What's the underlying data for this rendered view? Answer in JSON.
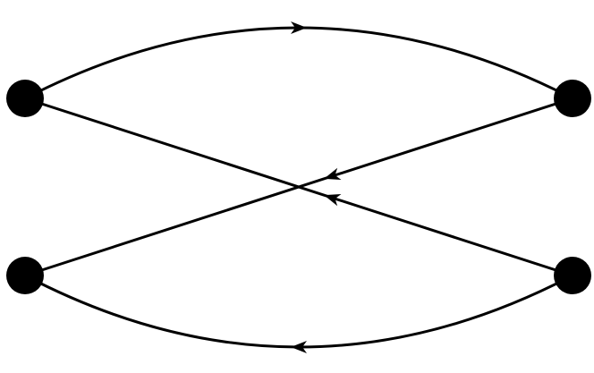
{
  "diagram": {
    "type": "directed-graph",
    "stroke_color": "#000000",
    "background_color": "#ffffff",
    "nodes": [
      {
        "id": "top-left",
        "shape": "filled-circle"
      },
      {
        "id": "top-right",
        "shape": "filled-circle"
      },
      {
        "id": "bottom-left",
        "shape": "filled-circle"
      },
      {
        "id": "bottom-right",
        "shape": "filled-circle"
      }
    ],
    "edges": [
      {
        "id": "top-left-to-top-right",
        "from": "top-left",
        "to": "top-right",
        "style": "curved-arc",
        "arrowhead": "midpoint"
      },
      {
        "id": "bottom-right-to-top-left",
        "from": "bottom-right",
        "to": "top-left",
        "style": "straight",
        "arrowhead": "midpoint"
      },
      {
        "id": "top-right-to-bottom-left",
        "from": "top-right",
        "to": "bottom-left",
        "style": "straight",
        "arrowhead": "midpoint"
      },
      {
        "id": "bottom-right-to-bottom-left",
        "from": "bottom-right",
        "to": "bottom-left",
        "style": "curved-arc",
        "arrowhead": "midpoint"
      }
    ]
  }
}
